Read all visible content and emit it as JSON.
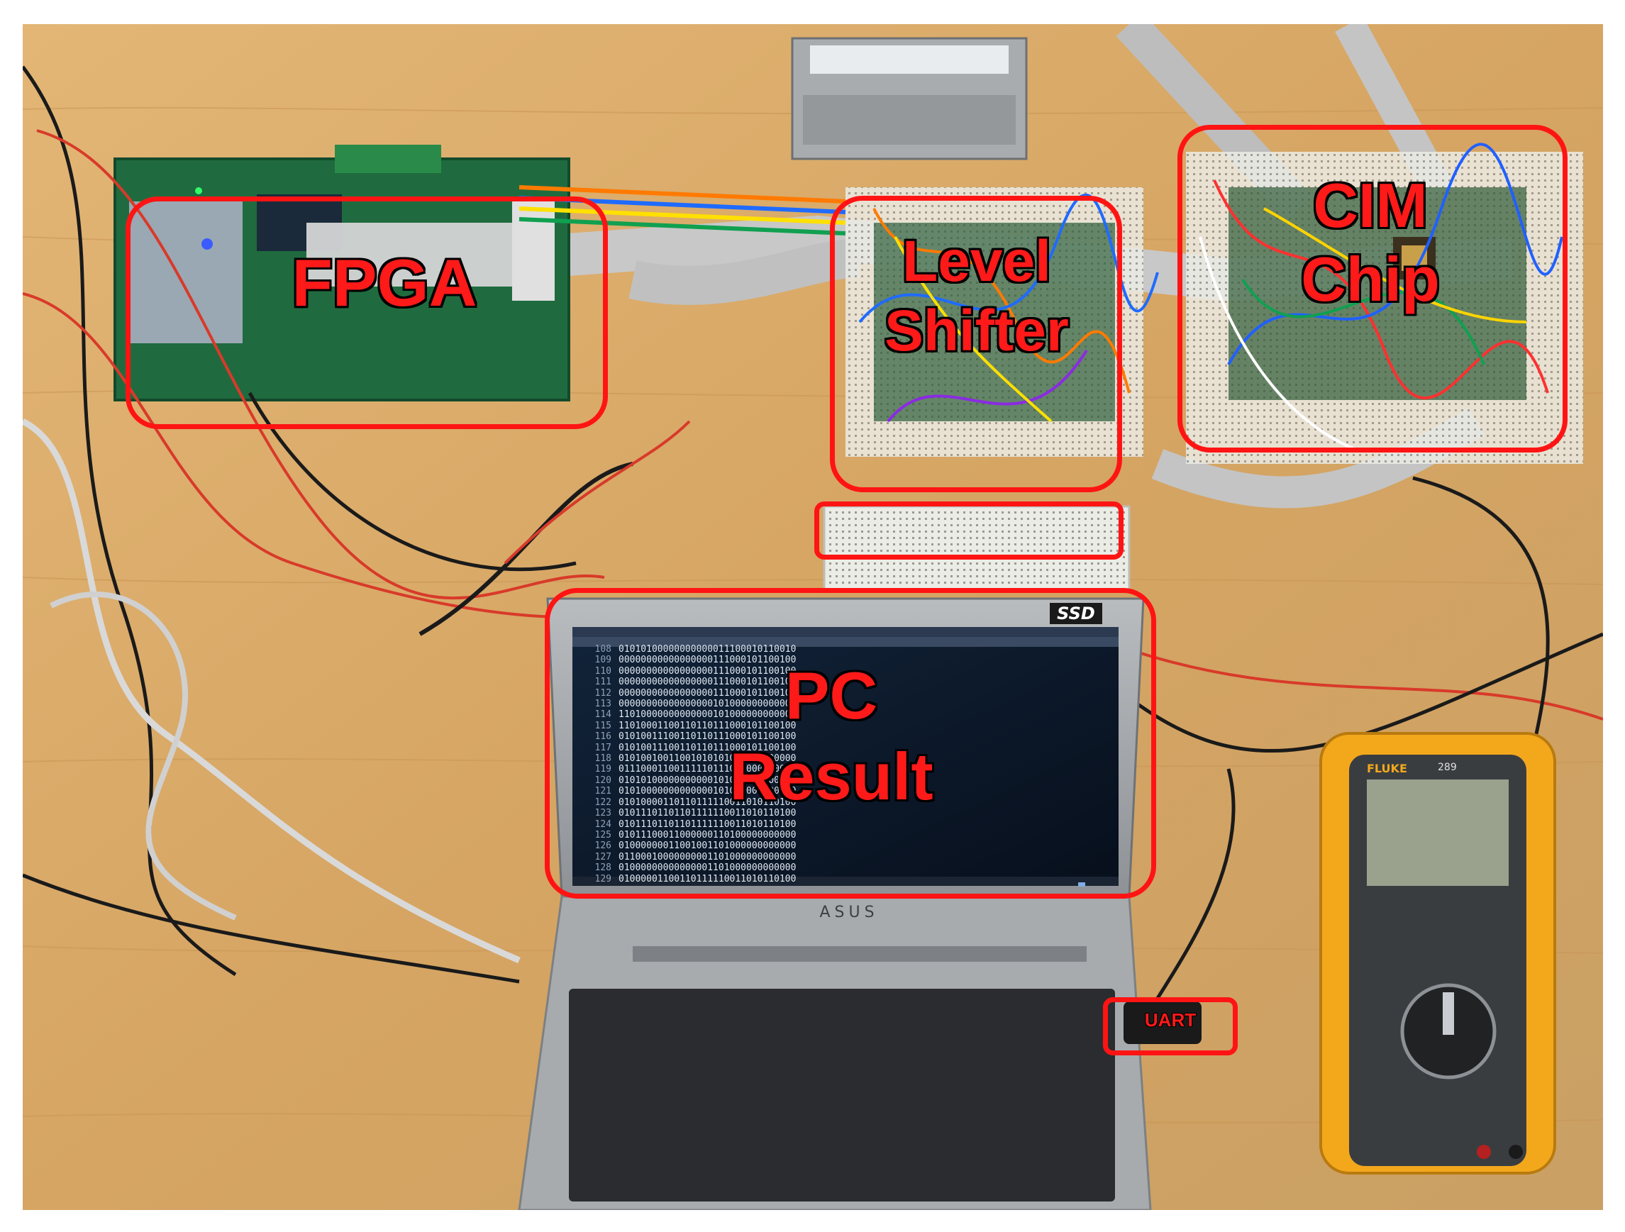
{
  "labels": {
    "fpga": "FPGA",
    "level_shifter_line1": "Level",
    "level_shifter_line2": "Shifter",
    "cim_chip_line1": "CIM",
    "cim_chip_line2": "Chip",
    "pc_result_line1": "PC",
    "pc_result_line2": "Result",
    "uart": "UART"
  },
  "laptop": {
    "brand": "ASUS",
    "ssd_badge": "SSD",
    "line_numbers": [
      "108",
      "109",
      "110",
      "111",
      "112",
      "113",
      "114",
      "115",
      "116",
      "117",
      "118",
      "119",
      "120",
      "121",
      "122",
      "123",
      "124",
      "125",
      "126",
      "127",
      "128",
      "129"
    ],
    "code_lines": [
      "01010100000000000011100010110010",
      "00000000000000000111000101100100",
      "00000000000000000111000101100100",
      "00000000000000000111000101100100",
      "00000000000000000111000101100100",
      "00000000000000000101000000000000",
      "11010000000000000101000000000000",
      "11010001100110110111000101100100",
      "01010011100110110111000101100100",
      "01010011100110110111000101100100",
      "01010010011001010101000000000000",
      "01110001100111110111000000000000",
      "01010100000000000101000000000000",
      "01010000000000000101000000000000",
      "01010000110110111110011010110100",
      "01011101101101111110011010110100",
      "01011101101101111110011010110100",
      "01011100011000000110100000000000",
      "01000000011001001101000000000000",
      "01100010000000001101000000000000",
      "01000000000000001101000000000000",
      "01000001100110111110011010110100"
    ]
  },
  "multimeter": {
    "brand": "FLUKE",
    "model": "289"
  },
  "colors": {
    "callout": "#ff1414",
    "table": "#d9a864",
    "screen": "#0d1a2c",
    "meter_case": "#f3a81c"
  }
}
